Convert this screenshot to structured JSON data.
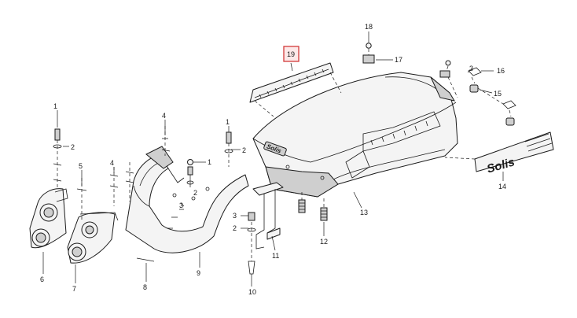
{
  "diagram": {
    "highlighted_part": "19",
    "callouts": [
      "1",
      "2",
      "3",
      "4",
      "5",
      "6",
      "7",
      "8",
      "9",
      "10",
      "11",
      "12",
      "13",
      "14",
      "15",
      "16",
      "17",
      "18",
      "19"
    ],
    "logo_text": "Solis"
  }
}
